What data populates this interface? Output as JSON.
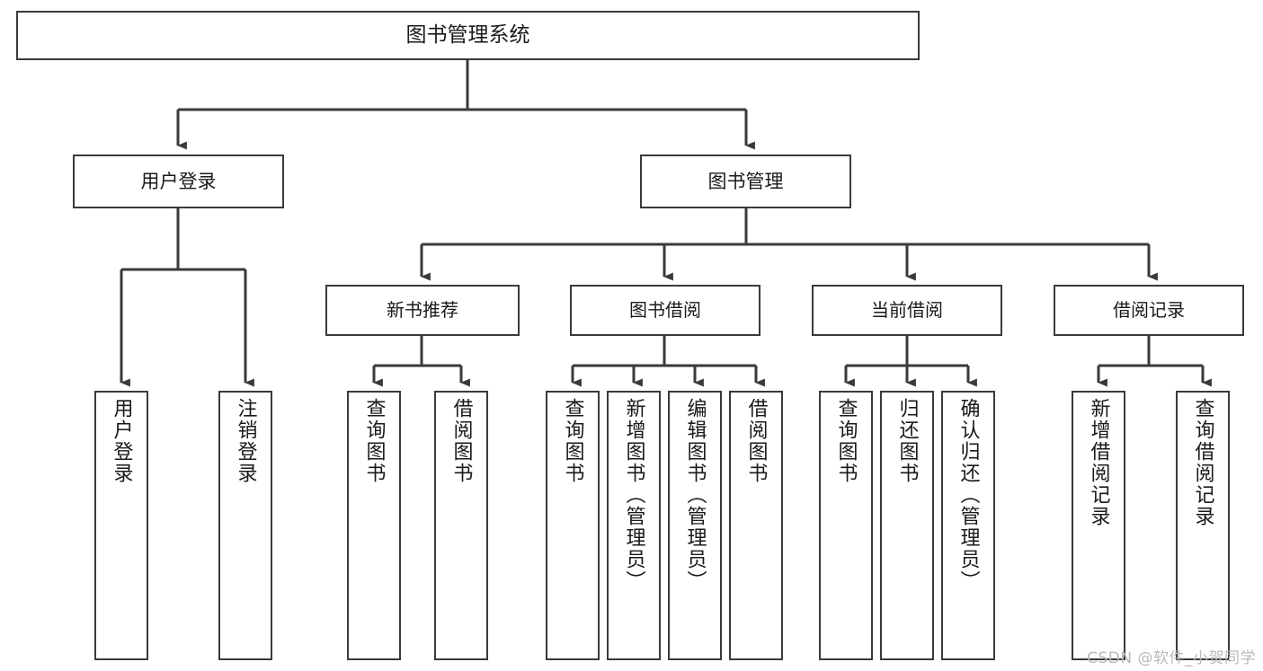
{
  "diagram": {
    "title": "图书管理系统",
    "type": "tree",
    "root": {
      "label": "图书管理系统"
    },
    "level2": [
      {
        "label": "用户登录"
      },
      {
        "label": "图书管理"
      }
    ],
    "level3": [
      {
        "label": "新书推荐"
      },
      {
        "label": "图书借阅"
      },
      {
        "label": "当前借阅"
      },
      {
        "label": "借阅记录"
      }
    ],
    "leaves": {
      "user_login": [
        {
          "label": "用户登录"
        },
        {
          "label": "注销登录"
        }
      ],
      "new_book_recommend": [
        {
          "label": "查询图书"
        },
        {
          "label": "借阅图书"
        }
      ],
      "book_borrow": [
        {
          "label": "查询图书"
        },
        {
          "label": "新增图书（管理员）"
        },
        {
          "label": "编辑图书（管理员）"
        },
        {
          "label": "借阅图书"
        }
      ],
      "current_borrow": [
        {
          "label": "查询图书"
        },
        {
          "label": "归还图书"
        },
        {
          "label": "确认归还（管理员）"
        }
      ],
      "borrow_record": [
        {
          "label": "新增借阅记录"
        },
        {
          "label": "查询借阅记录"
        }
      ]
    },
    "colors": {
      "stroke": "#3a3a3a",
      "text": "#1a1a1a",
      "background": "#ffffff",
      "watermark": "#b9b9b9"
    }
  },
  "watermark": {
    "text": "CSDN @软件_小贺同学"
  }
}
